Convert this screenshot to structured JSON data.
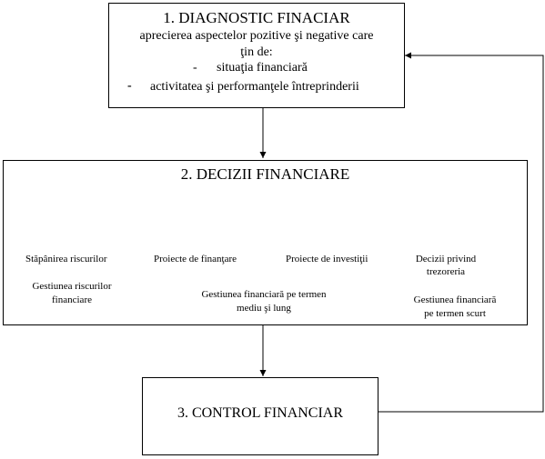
{
  "box1": {
    "title": "1. DIAGNOSTIC FINACIAR",
    "line1": "aprecierea aspectelor pozitive şi negative care",
    "line2": "ţin de:",
    "item1_bullet": "-",
    "item1": "situaţia financiară",
    "item2_bullet": "-",
    "item2": "activitatea şi performanţele întreprinderii"
  },
  "box2": {
    "title": "2. DECIZII FINANCIARE",
    "label_risc": "Stăpânirea riscurilor",
    "label_finantare": "Proiecte de finanţare",
    "label_investitii": "Proiecte de investiţii",
    "label_trezorerie_1": "Decizii privind",
    "label_trezorerie_2": "trezoreria",
    "gest_risc_1": "Gestiunea riscurilor",
    "gest_risc_2": "financiare",
    "gest_mediu_1": "Gestiunea financiară pe termen",
    "gest_mediu_2": "mediu şi lung",
    "gest_scurt_1": "Gestiunea financiară",
    "gest_scurt_2": "pe termen scurt"
  },
  "box3": {
    "title": "3. CONTROL FINANCIAR"
  }
}
